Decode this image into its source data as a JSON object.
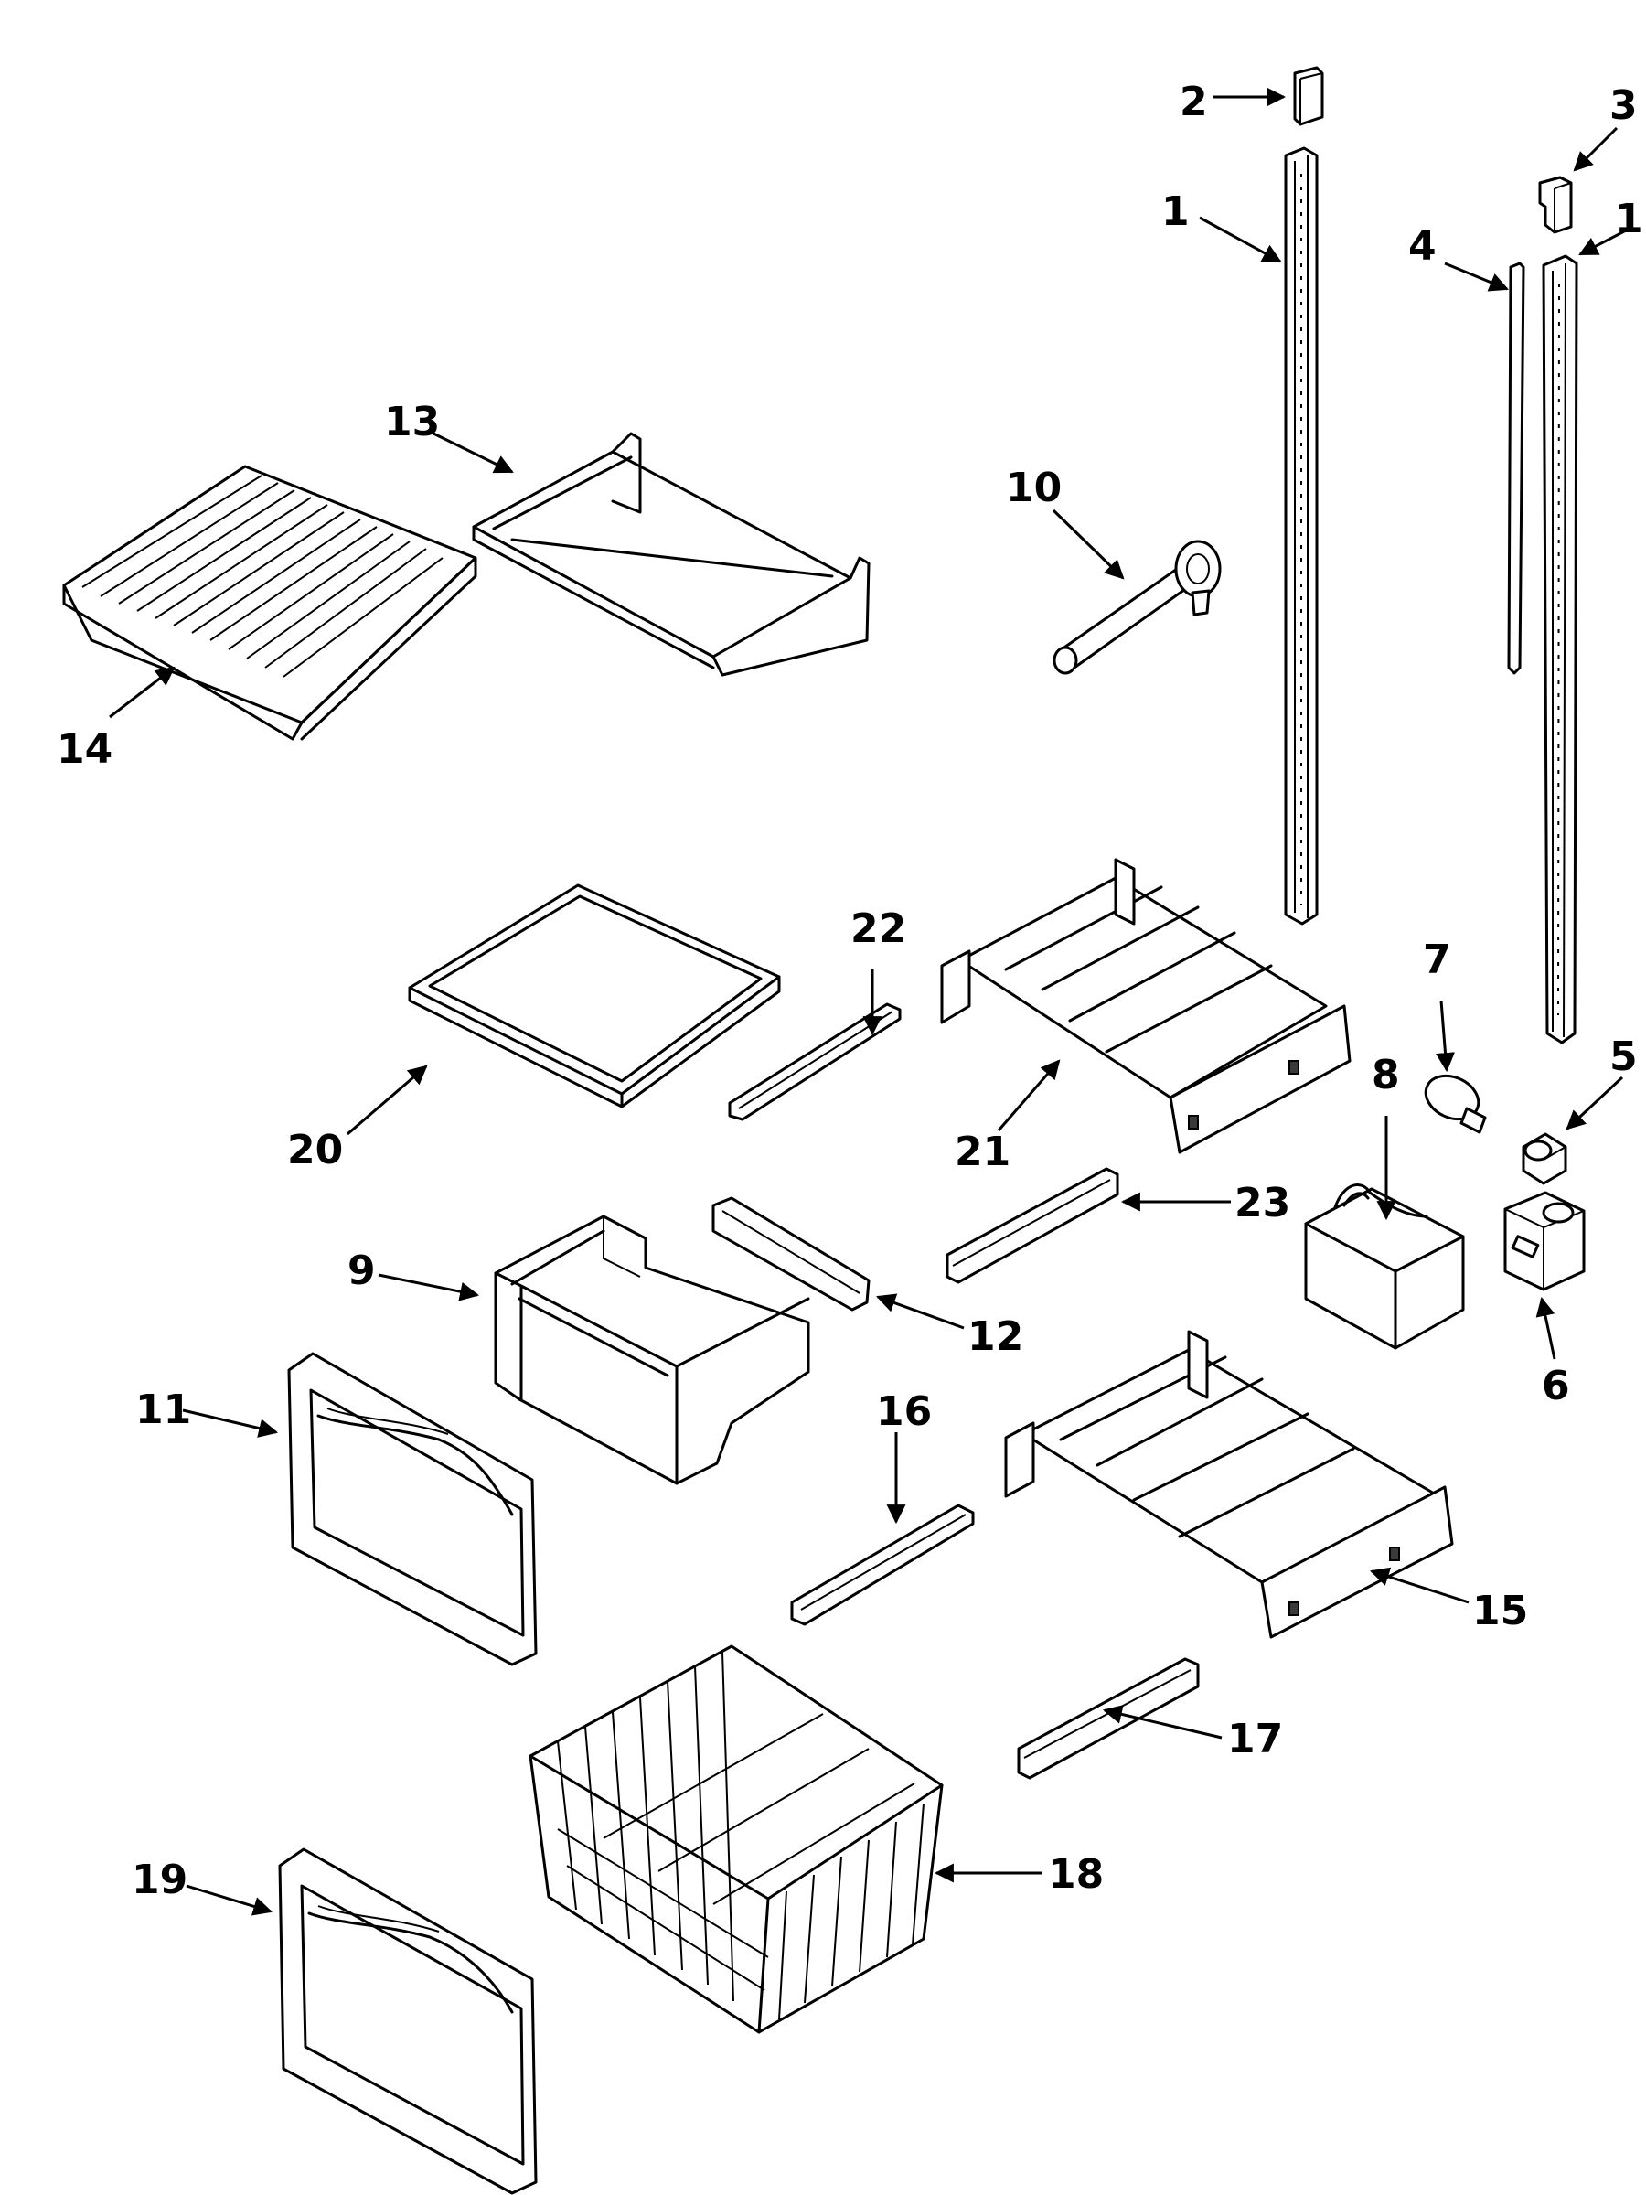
{
  "callouts": [
    {
      "id": "2",
      "label": "2"
    },
    {
      "id": "3",
      "label": "3"
    },
    {
      "id": "1a",
      "label": "1"
    },
    {
      "id": "1b",
      "label": "1"
    },
    {
      "id": "4",
      "label": "4"
    },
    {
      "id": "13",
      "label": "13"
    },
    {
      "id": "10",
      "label": "10"
    },
    {
      "id": "14",
      "label": "14"
    },
    {
      "id": "22",
      "label": "22"
    },
    {
      "id": "7",
      "label": "7"
    },
    {
      "id": "5",
      "label": "5"
    },
    {
      "id": "20",
      "label": "20"
    },
    {
      "id": "8",
      "label": "8"
    },
    {
      "id": "21",
      "label": "21"
    },
    {
      "id": "23",
      "label": "23"
    },
    {
      "id": "9",
      "label": "9"
    },
    {
      "id": "12",
      "label": "12"
    },
    {
      "id": "6",
      "label": "6"
    },
    {
      "id": "11",
      "label": "11"
    },
    {
      "id": "16",
      "label": "16"
    },
    {
      "id": "15",
      "label": "15"
    },
    {
      "id": "17",
      "label": "17"
    },
    {
      "id": "18",
      "label": "18"
    },
    {
      "id": "19",
      "label": "19"
    }
  ]
}
